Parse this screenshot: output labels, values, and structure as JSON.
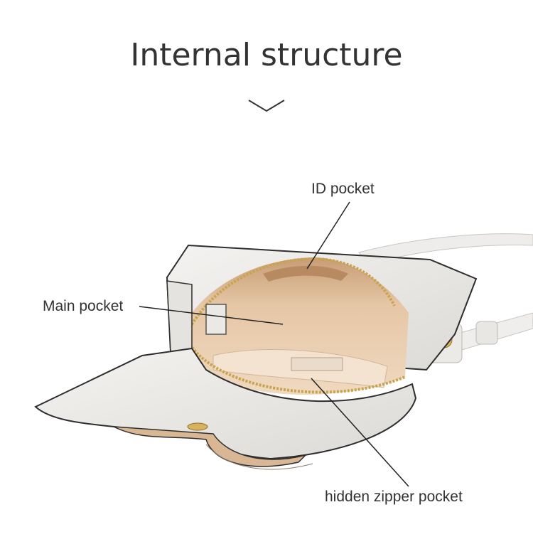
{
  "header": {
    "title": "Internal structure",
    "chevron_icon": "chevron-down-icon"
  },
  "callouts": {
    "id_pocket": "ID pocket",
    "main_pocket": "Main pocket",
    "hidden_zipper_pocket": "hidden zipper pocket"
  },
  "colors": {
    "bag_leather": "#ecebe8",
    "lining": "#d9b593",
    "zipper": "#c9a44f"
  }
}
